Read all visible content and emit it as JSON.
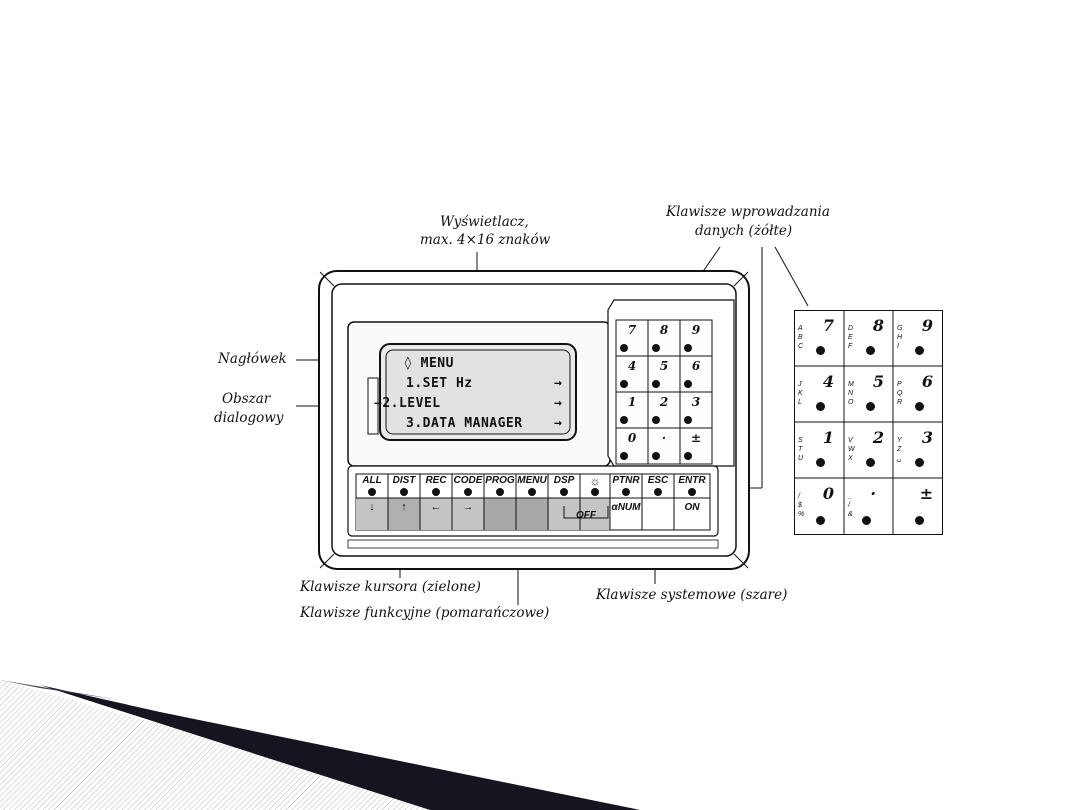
{
  "labels": {
    "display": [
      "Wyświetlacz,",
      "max. 4×16 znaków"
    ],
    "data_keys": [
      "Klawisze wprowadzania",
      "danych (żółte)"
    ],
    "header": "Nagłówek",
    "dialog_area": [
      "Obszar",
      "dialogowy"
    ],
    "cursor_keys": "Klawisze kursora (zielone)",
    "function_keys": "Klawisze funkcyjne (pomarańczowe)",
    "system_keys": "Klawisze systemowe (szare)"
  },
  "lcd": {
    "lines": [
      "◊ MENU",
      "1.SET Hz",
      "→2.LEVEL",
      "3.DATA MANAGER"
    ],
    "arrows": [
      "→",
      "→",
      "→"
    ]
  },
  "numpad": [
    [
      "7",
      "8",
      "9"
    ],
    [
      "4",
      "5",
      "6"
    ],
    [
      "1",
      "2",
      "3"
    ],
    [
      "0",
      "·",
      "±"
    ]
  ],
  "function_row": [
    {
      "label": "ALL",
      "sub": "↓"
    },
    {
      "label": "DIST",
      "sub": "↑"
    },
    {
      "label": "REC",
      "sub": "←"
    },
    {
      "label": "CODE",
      "sub": "→"
    },
    {
      "label": "PROG",
      "sub": ""
    },
    {
      "label": "MENU",
      "sub": ""
    },
    {
      "label": "DSP",
      "sub": ""
    },
    {
      "label": "☼",
      "sub": ""
    },
    {
      "label": "PTNR",
      "sub": "αNUM"
    },
    {
      "label": "ESC",
      "sub": ""
    },
    {
      "label": "ENTR",
      "sub": "ON"
    }
  ],
  "off_label": "OFF",
  "big_keypad": [
    {
      "num": "7",
      "letters": "A B C"
    },
    {
      "num": "8",
      "letters": "D E F"
    },
    {
      "num": "9",
      "letters": "G H I"
    },
    {
      "num": "4",
      "letters": "J K L"
    },
    {
      "num": "5",
      "letters": "M N O"
    },
    {
      "num": "6",
      "letters": "P Q R"
    },
    {
      "num": "1",
      "letters": "S T U"
    },
    {
      "num": "2",
      "letters": "V W X"
    },
    {
      "num": "3",
      "letters": "Y Z ␣"
    },
    {
      "num": "0",
      "letters": "/ $ %"
    },
    {
      "num": "·",
      "letters": "_ / &"
    },
    {
      "num": "±",
      "letters": ""
    }
  ]
}
